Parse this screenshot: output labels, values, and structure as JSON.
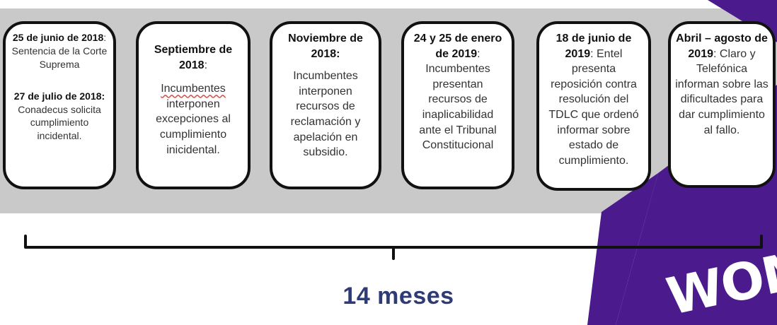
{
  "timeline": {
    "events": [
      {
        "heading": "25 de junio de 2018",
        "text": ": Sentencia de la Corte Suprema",
        "heading2": "27 de julio de 2018:",
        "text2": "Conadecus solicita cumplimiento incidental."
      },
      {
        "heading": "Septiembre de 2018",
        "text_prefix": ":",
        "text_flagged": "Incumbentes",
        "text": "interponen excepciones al cumplimiento inicidental."
      },
      {
        "heading": "Noviembre de 2018:",
        "text": "Incumbentes interponen recursos de reclamación y apelación en subsidio."
      },
      {
        "heading": "24 y 25 de enero de 2019",
        "text": ": Incumbentes presentan recursos de inaplicabilidad ante el Tribunal Constitucional"
      },
      {
        "heading": "18 de junio de 2019",
        "text": ": Entel presenta reposición contra resolución del TDLC que ordenó informar sobre estado de cumplimiento."
      },
      {
        "heading": "Abril – agosto de 2019",
        "text": ": Claro y Telefónica informan sobre las dificultades para dar cumplimiento al fallo."
      }
    ],
    "duration_label": "14 meses"
  },
  "brand": {
    "logo_text": "WOM"
  },
  "colors": {
    "band": "#c9c9c9",
    "purple": "#4b1a8c",
    "duration_text": "#2f3b74",
    "card_border": "#111111"
  }
}
